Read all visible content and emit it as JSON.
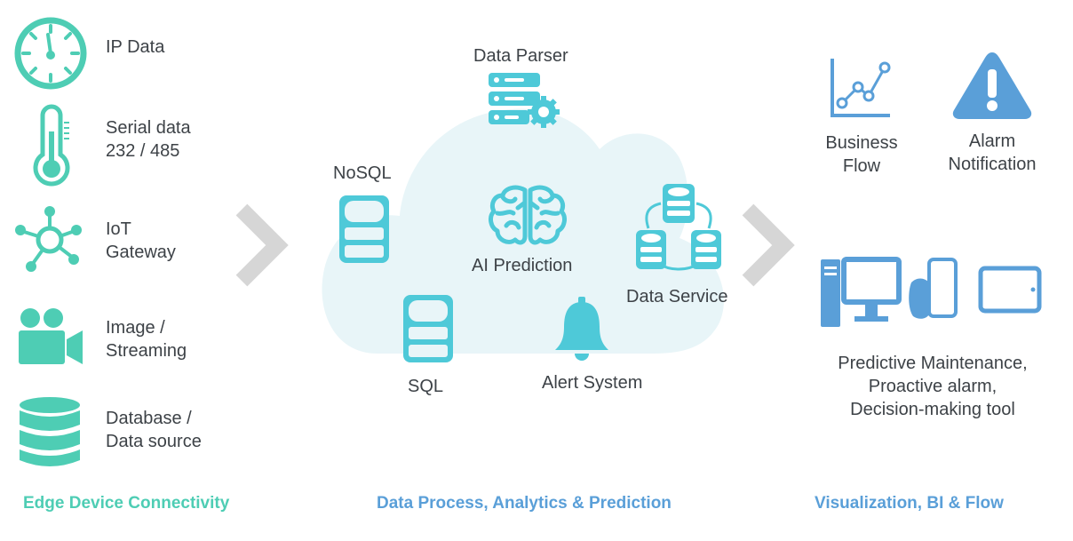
{
  "colors": {
    "teal": "#4ecdb4",
    "cyan": "#4ec9d8",
    "blue": "#5a9fd8",
    "cloud": "#e8f5f8",
    "arrow": "#d6d6d6",
    "text": "#3d4247"
  },
  "edge": {
    "items": [
      {
        "icon": "gauge-icon",
        "label": "IP Data"
      },
      {
        "icon": "thermometer-icon",
        "label": "Serial data\n232 / 485"
      },
      {
        "icon": "iot-gateway-icon",
        "label": "IoT\nGateway"
      },
      {
        "icon": "video-camera-icon",
        "label": "Image /\nStreaming"
      },
      {
        "icon": "database-icon",
        "label": "Database /\nData source"
      }
    ],
    "title": "Edge Device Connectivity"
  },
  "process": {
    "parser": "Data Parser",
    "nosql": "NoSQL",
    "ai": "AI Prediction",
    "service": "Data Service",
    "sql": "SQL",
    "alert": "Alert System",
    "title": "Data Process, Analytics & Prediction"
  },
  "viz": {
    "business": "Business\nFlow",
    "alarm": "Alarm\nNotification",
    "outcomes": "Predictive Maintenance,\nProactive alarm,\nDecision-making tool",
    "title": "Visualization, BI & Flow"
  }
}
